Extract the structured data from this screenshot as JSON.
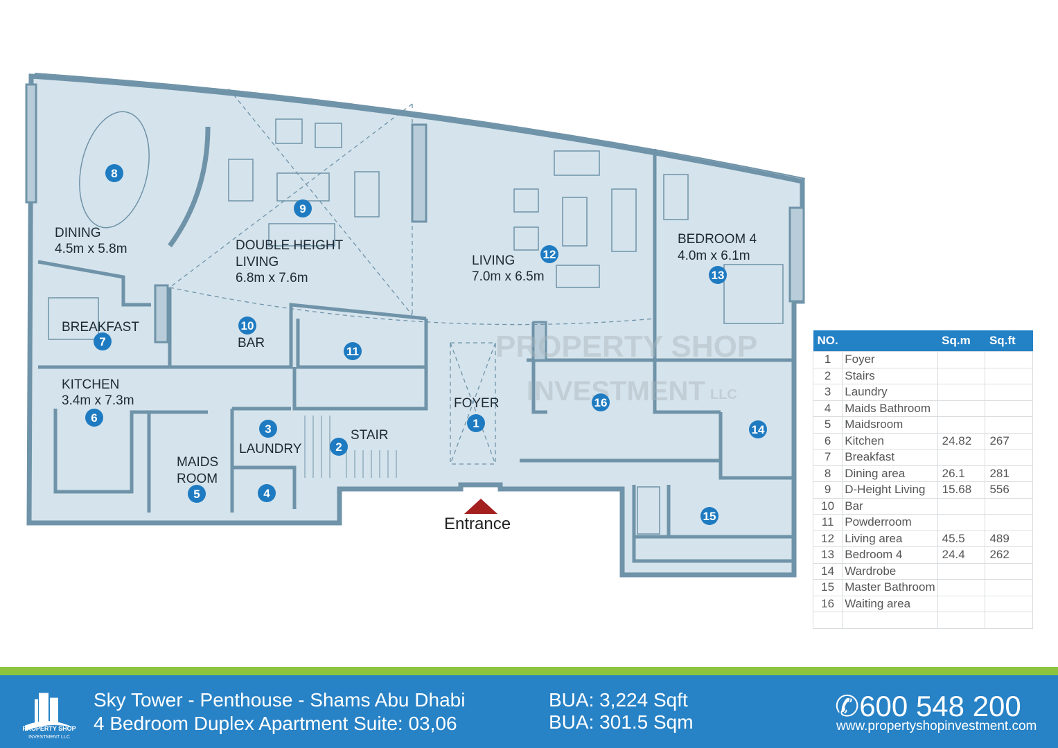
{
  "rooms": {
    "dining": {
      "name": "DINING",
      "size": "4.5m x 5.8m",
      "no": "8"
    },
    "dhl": {
      "name1": "DOUBLE HEIGHT",
      "name2": "LIVING",
      "size": "6.8m x 7.6m",
      "no": "9"
    },
    "living": {
      "name": "LIVING",
      "size": "7.0m x 6.5m",
      "no": "12"
    },
    "bedroom4": {
      "name": "BEDROOM 4",
      "size": "4.0m x 6.1m",
      "no": "13"
    },
    "breakfast": {
      "name": "BREAKFAST",
      "no": "7"
    },
    "bar": {
      "name": "BAR",
      "no": "10"
    },
    "powder": {
      "no": "11"
    },
    "kitchen": {
      "name": "KITCHEN",
      "size": "3.4m x 7.3m",
      "no": "6"
    },
    "maids": {
      "name1": "MAIDS",
      "name2": "ROOM",
      "no": "5"
    },
    "laundry": {
      "name": "LAUNDRY",
      "no": "3"
    },
    "maidsbath": {
      "no": "4"
    },
    "stair": {
      "name": "STAIR",
      "no": "2"
    },
    "foyer": {
      "name": "FOYER",
      "no": "1"
    },
    "waiting": {
      "no": "16"
    },
    "wardrobe": {
      "no": "14"
    },
    "masterbath": {
      "no": "15"
    }
  },
  "entrance": "Entrance",
  "watermark": {
    "line1": "PROPERTY SHOP",
    "line2": "INVESTMENT",
    "line3": "LLC"
  },
  "table": {
    "headers": [
      "NO.",
      "",
      "Sq.m",
      "Sq.ft"
    ],
    "rows": [
      [
        "1",
        "Foyer",
        "",
        ""
      ],
      [
        "2",
        "Stairs",
        "",
        ""
      ],
      [
        "3",
        "Laundry",
        "",
        ""
      ],
      [
        "4",
        "Maids Bathroom",
        "",
        ""
      ],
      [
        "5",
        "Maidsroom",
        "",
        ""
      ],
      [
        "6",
        "Kitchen",
        "24.82",
        "267"
      ],
      [
        "7",
        "Breakfast",
        "",
        ""
      ],
      [
        "8",
        "Dining area",
        "26.1",
        "281"
      ],
      [
        "9",
        "D-Height Living",
        "15.68",
        "556"
      ],
      [
        "10",
        "Bar",
        "",
        ""
      ],
      [
        "11",
        "Powderroom",
        "",
        ""
      ],
      [
        "12",
        "Living area",
        "45.5",
        "489"
      ],
      [
        "13",
        "Bedroom 4",
        "24.4",
        "262"
      ],
      [
        "14",
        "Wardrobe",
        "",
        ""
      ],
      [
        "15",
        "Master Bathroom",
        "",
        ""
      ],
      [
        "16",
        "Waiting area",
        "",
        ""
      ],
      [
        "",
        "",
        "",
        ""
      ]
    ]
  },
  "footer": {
    "title1": "Sky Tower - Penthouse - Shams Abu Dhabi",
    "title2": "4 Bedroom Duplex Apartment Suite: 03,06",
    "bua_sqft": "BUA: 3,224 Sqft",
    "bua_sqm": "BUA: 301.5 Sqm",
    "phone": "600 548 200",
    "website": "www.propertyshopinvestment.com",
    "logo_text": "PROPERTY SHOP",
    "logo_sub": "INVESTMENT LLC"
  },
  "colors": {
    "fill": "#d5e3ec",
    "wall": "#6f93a8",
    "marker": "#1f7bc1",
    "footer": "#2782c6",
    "green": "#8cc43f",
    "arrow": "#a3201f"
  }
}
